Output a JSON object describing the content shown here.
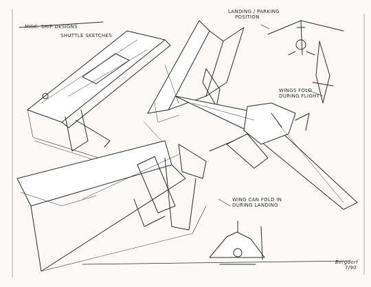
{
  "sheet": {
    "header_line1": "MISC. SHIP DESIGNS",
    "header_line2": "SHUTTLE SKETCHES"
  },
  "annotations": {
    "landing_position": [
      "LANDING / PARKING",
      "POSITION"
    ],
    "wings_fold": [
      "WINGS FOLD",
      "DURING FLIGHT"
    ],
    "wing_can_fold": [
      "WING CAN FOLD IN",
      "DURING LANDING"
    ]
  },
  "signature": {
    "name": "Bergdorf",
    "date": "7/90"
  },
  "colors": {
    "paper": "#fbfaf6",
    "ink": "#2a2a2a"
  }
}
